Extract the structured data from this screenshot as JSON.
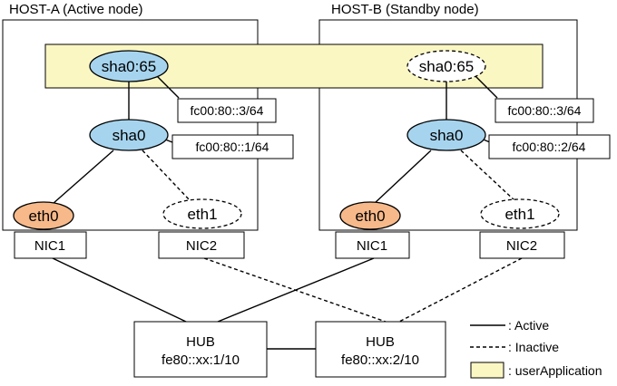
{
  "hosts": {
    "a": {
      "title": "HOST-A (Active node)"
    },
    "b": {
      "title": "HOST-B (Standby node)"
    }
  },
  "nodes": {
    "a_sha065": "sha0:65",
    "a_sha0": "sha0",
    "a_eth0": "eth0",
    "a_eth1": "eth1",
    "b_sha065": "sha0:65",
    "b_sha0": "sha0",
    "b_eth0": "eth0",
    "b_eth1": "eth1"
  },
  "addresses": {
    "a_virtual": "fc00:80::3/64",
    "a_sha0": "fc00:80::1/64",
    "b_virtual": "fc00:80::3/64",
    "b_sha0": "fc00:80::2/64"
  },
  "nics": {
    "a_nic1": "NIC1",
    "a_nic2": "NIC2",
    "b_nic1": "NIC1",
    "b_nic2": "NIC2"
  },
  "hubs": {
    "hub1": {
      "label": "HUB",
      "address": "fe80::xx:1/10"
    },
    "hub2": {
      "label": "HUB",
      "address": "fe80::xx:2/10"
    }
  },
  "legend": {
    "active": ": Active",
    "inactive": ": Inactive",
    "user_application": ": userApplication"
  },
  "colors": {
    "active_node": "#a6d4ee",
    "eth0_node": "#f7b98a",
    "user_application": "#fbf7c3"
  }
}
